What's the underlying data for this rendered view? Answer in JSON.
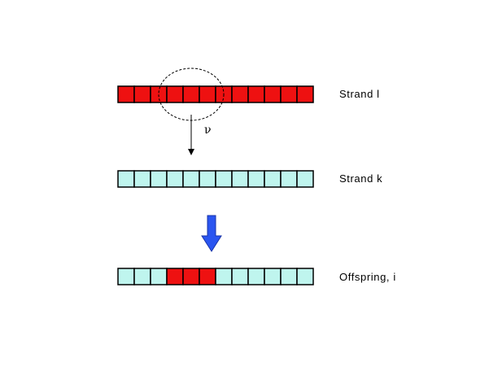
{
  "labels": {
    "strand_l": "Strand l",
    "strand_k": "Strand k",
    "offspring": "Offspring, i",
    "transfer_symbol": "ν"
  },
  "strands": {
    "strand_l": [
      "red",
      "red",
      "red",
      "red",
      "red",
      "red",
      "red",
      "red",
      "red",
      "red",
      "red",
      "red"
    ],
    "strand_k": [
      "cyan",
      "cyan",
      "cyan",
      "cyan",
      "cyan",
      "cyan",
      "cyan",
      "cyan",
      "cyan",
      "cyan",
      "cyan",
      "cyan"
    ],
    "offspring": [
      "cyan",
      "cyan",
      "cyan",
      "red",
      "red",
      "red",
      "cyan",
      "cyan",
      "cyan",
      "cyan",
      "cyan",
      "cyan"
    ]
  },
  "colors": {
    "red": "#ee1111",
    "cyan": "#bff5ee",
    "cell_border": "#000000",
    "blue_arrow": "#2a55f0",
    "blue_arrow_edge": "#1a34a8"
  }
}
